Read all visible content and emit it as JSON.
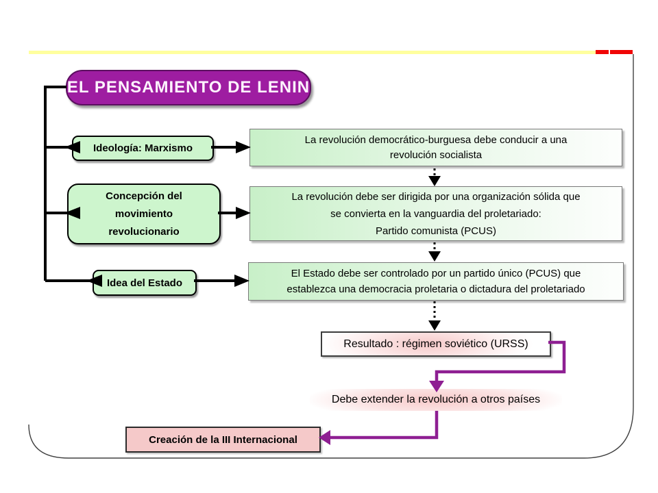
{
  "slide": {
    "title": "EL PENSAMIENTO DE LENIN",
    "branches": [
      {
        "label": "Ideología: Marxismo",
        "detail_lines": [
          "La revolución democrático-burguesa debe conducir a una",
          "revolución socialista"
        ]
      },
      {
        "label_lines": [
          "Concepción del",
          "movimiento",
          "revolucionario"
        ],
        "detail_lines": [
          "La revolución debe ser dirigida por una organización sólida que",
          "se convierta en la vanguardia del proletariado:",
          "Partido comunista (PCUS)"
        ]
      },
      {
        "label": "Idea del Estado",
        "detail_lines": [
          "El Estado debe ser controlado por un partido único (PCUS) que",
          "establezca una democracia proletaria o dictadura del proletariado"
        ]
      }
    ],
    "result_label": "Resultado : régimen soviético (URSS)",
    "extension_label": "Debe extender la revolución a otros países",
    "conclusion_label": "Creación de la III Internacional",
    "colors": {
      "title_bg": "#9e1da1",
      "title_border": "#5c0e60",
      "branch_bg": "#cdf5cd",
      "detail_gradient_start": "#c8f0c8",
      "pink_bg": "#f5c9c9",
      "arrow_purple": "#8e1f92",
      "top_rule_yellow": "#ffff9e",
      "top_rule_red": "#f00505",
      "connector_black": "#000000",
      "frame_gray": "#404040"
    }
  }
}
